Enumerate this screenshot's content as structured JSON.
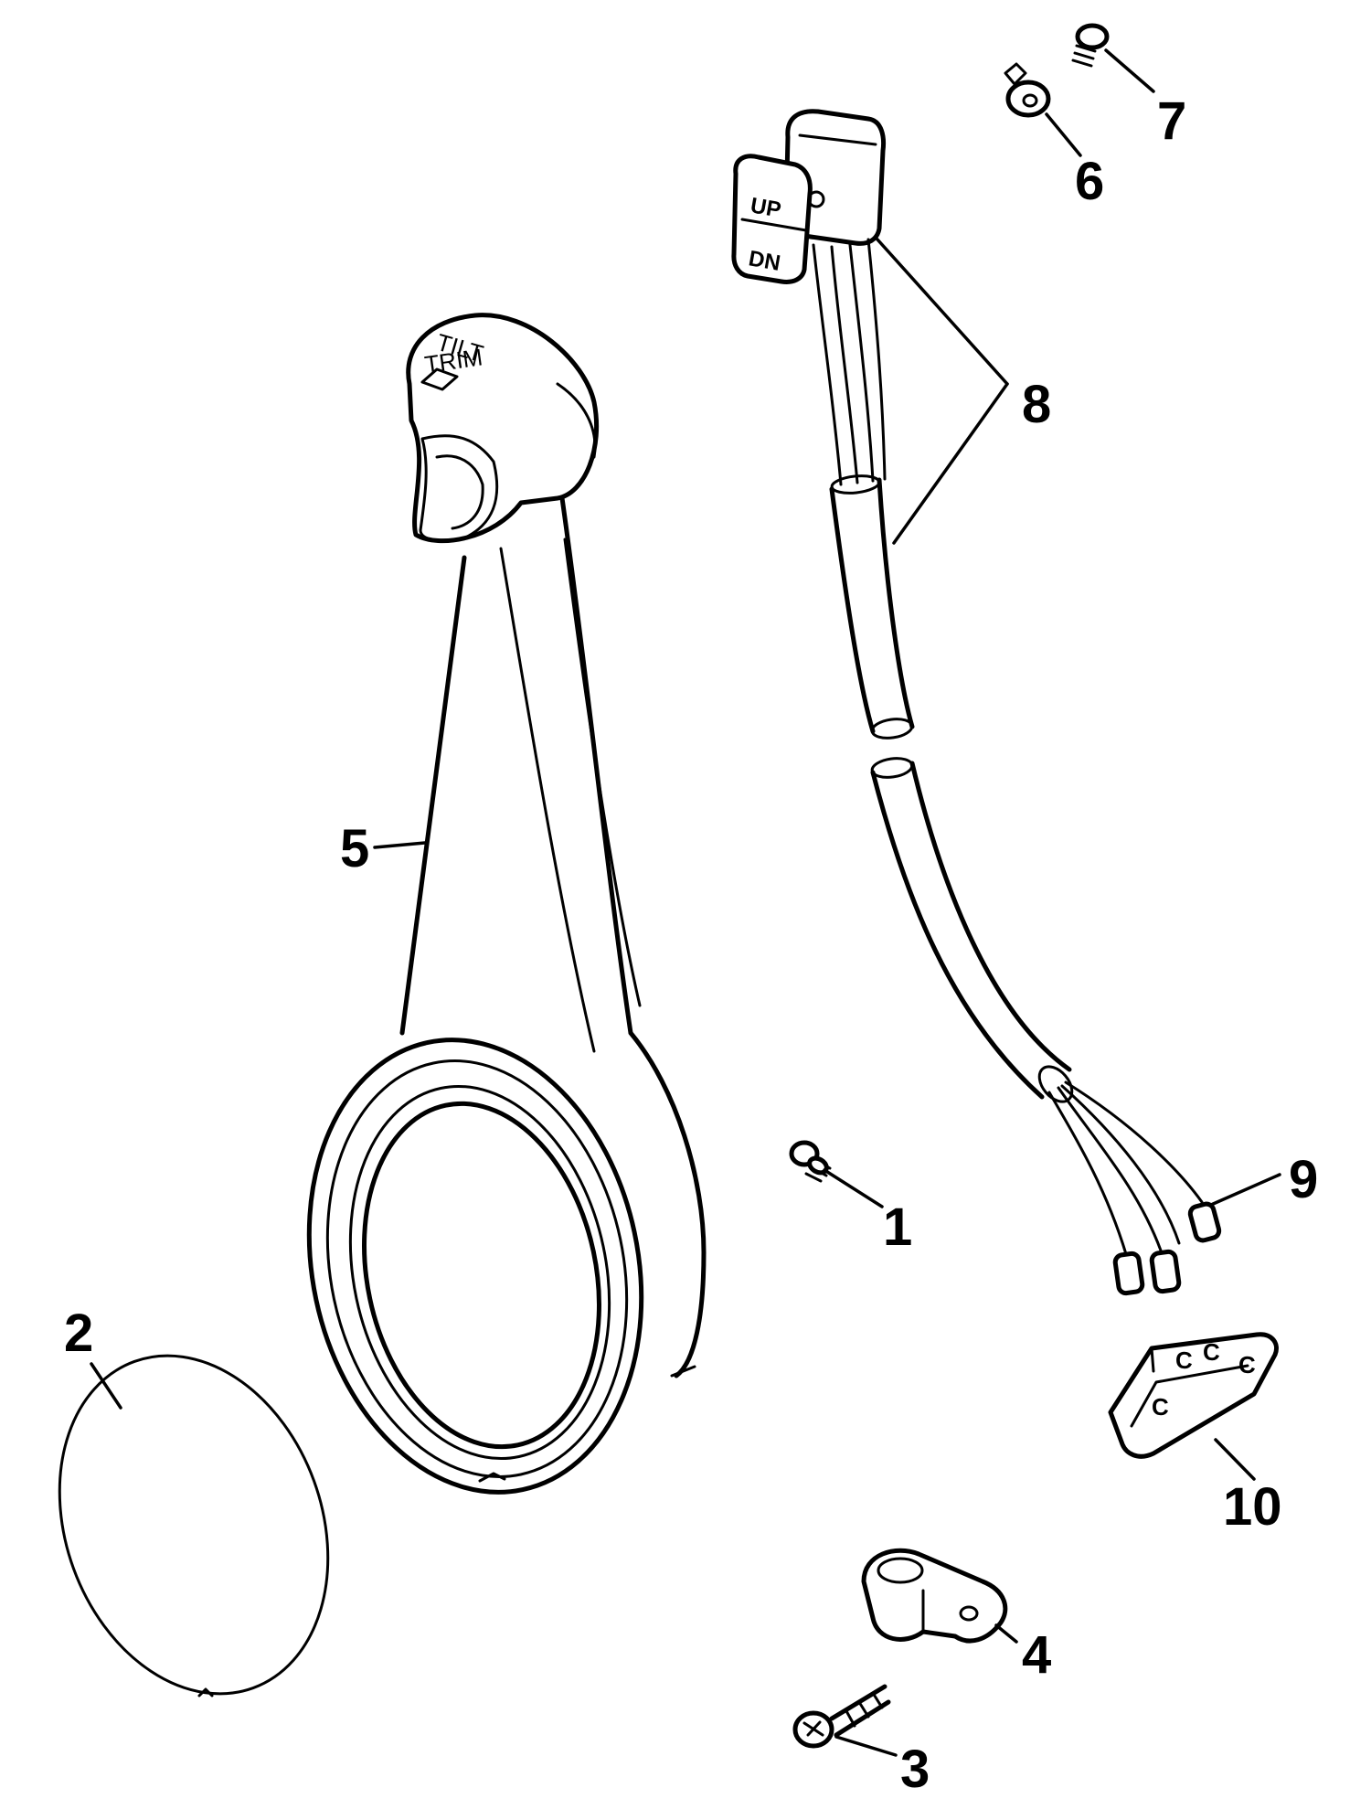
{
  "callouts": {
    "c1": "1",
    "c2": "2",
    "c3": "3",
    "c4": "4",
    "c5": "5",
    "c6": "6",
    "c7": "7",
    "c8": "8",
    "c9": "9",
    "c10": "10"
  },
  "knob": {
    "line1": "TILT",
    "line2": "TRIM"
  },
  "switch": {
    "up": "UP",
    "down": "DN"
  },
  "connector": {
    "mark1": "C",
    "mark2": "C",
    "mark3": "C",
    "mark4": "C"
  }
}
